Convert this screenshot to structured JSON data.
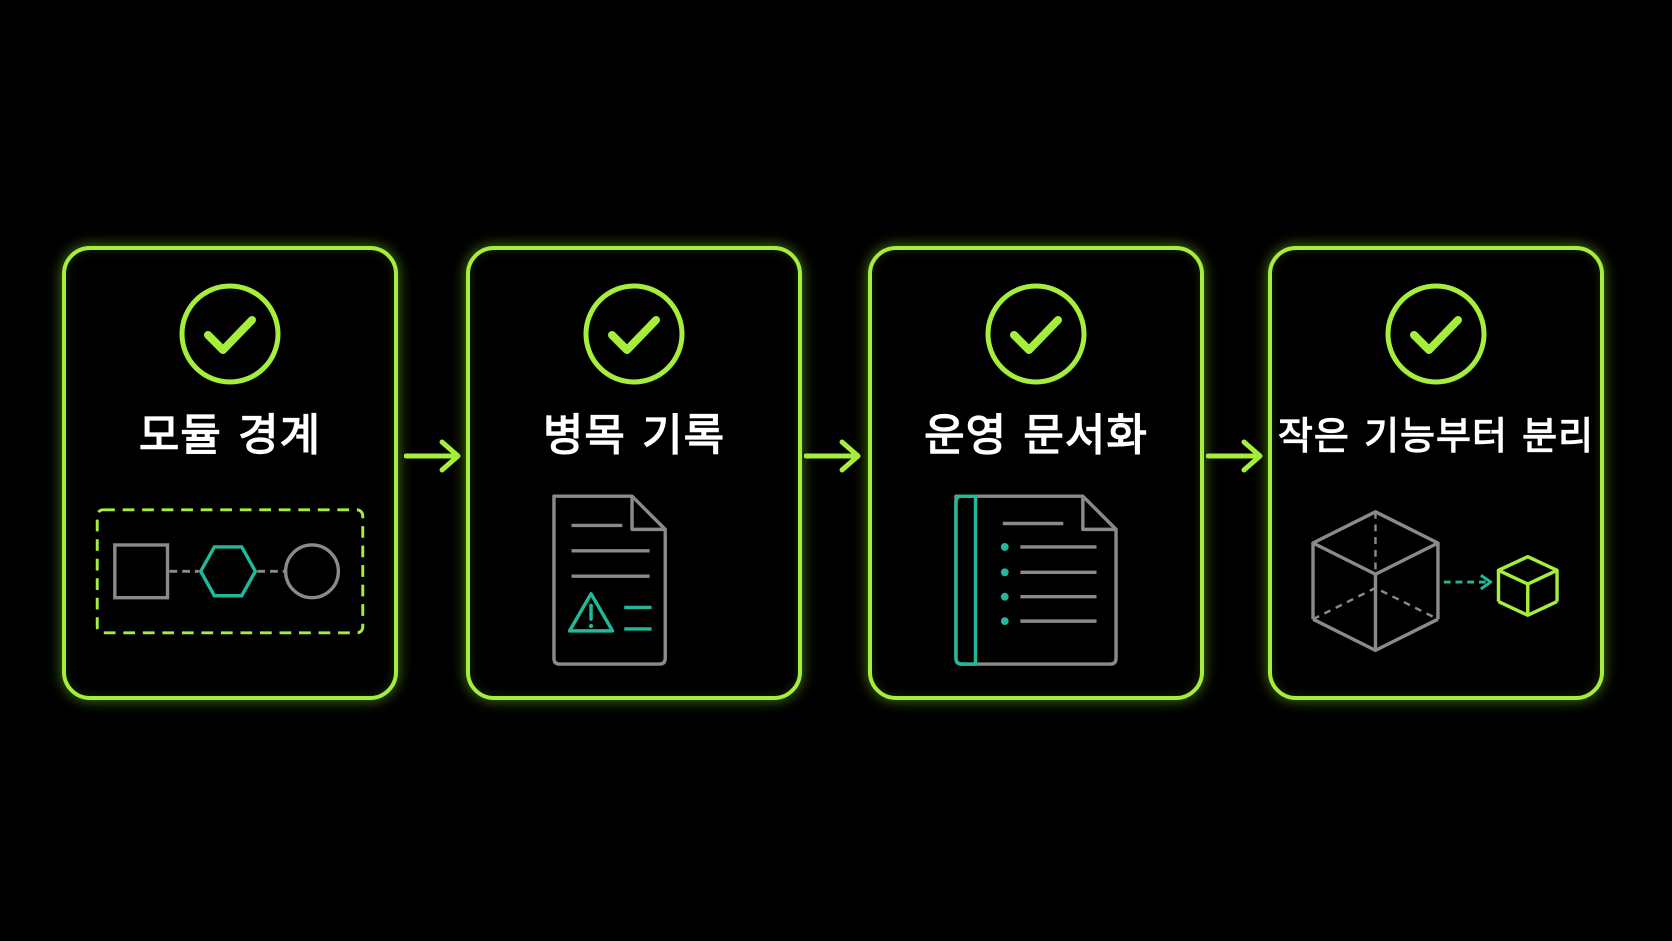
{
  "colors": {
    "background": "#000000",
    "accent": "#a6ee3c",
    "teal": "#22b99a",
    "gray": "#8a8a8a",
    "text": "#ffffff"
  },
  "steps": [
    {
      "title": "모듈 경계",
      "icon": "module-boundary-icon"
    },
    {
      "title": "병목 기록",
      "icon": "warning-document-icon"
    },
    {
      "title": "운영 문서화",
      "icon": "bullet-list-document-icon"
    },
    {
      "title": "작은 기능부터 분리",
      "icon": "cube-split-icon"
    }
  ]
}
